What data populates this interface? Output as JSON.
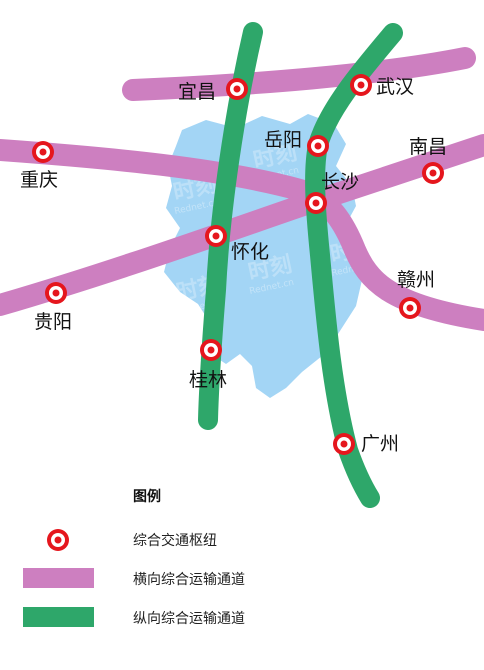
{
  "colors": {
    "region": "#a3d5f5",
    "horizontal": "#cd7fc0",
    "vertical": "#2ea76a",
    "hub_ring": "#e5161d",
    "hub_fill": "#ffffff"
  },
  "cities": [
    {
      "id": "yichang",
      "name": "宜昌"
    },
    {
      "id": "wuhan",
      "name": "武汉"
    },
    {
      "id": "yueyang",
      "name": "岳阳"
    },
    {
      "id": "nanchang",
      "name": "南昌"
    },
    {
      "id": "chongqing",
      "name": "重庆"
    },
    {
      "id": "changsha",
      "name": "长沙"
    },
    {
      "id": "huaihua",
      "name": "怀化"
    },
    {
      "id": "guiyang",
      "name": "贵阳"
    },
    {
      "id": "ganzhou",
      "name": "赣州"
    },
    {
      "id": "guilin",
      "name": "桂林"
    },
    {
      "id": "guangzhou",
      "name": "广州"
    }
  ],
  "legend": {
    "title": "图例",
    "items": [
      {
        "type": "hub",
        "label": "综合交通枢纽"
      },
      {
        "type": "horizontal",
        "label": "横向综合运输通道"
      },
      {
        "type": "vertical",
        "label": "纵向综合运输通道"
      }
    ]
  },
  "watermark": {
    "text": "时刻",
    "sub": "Rednet.cn"
  }
}
